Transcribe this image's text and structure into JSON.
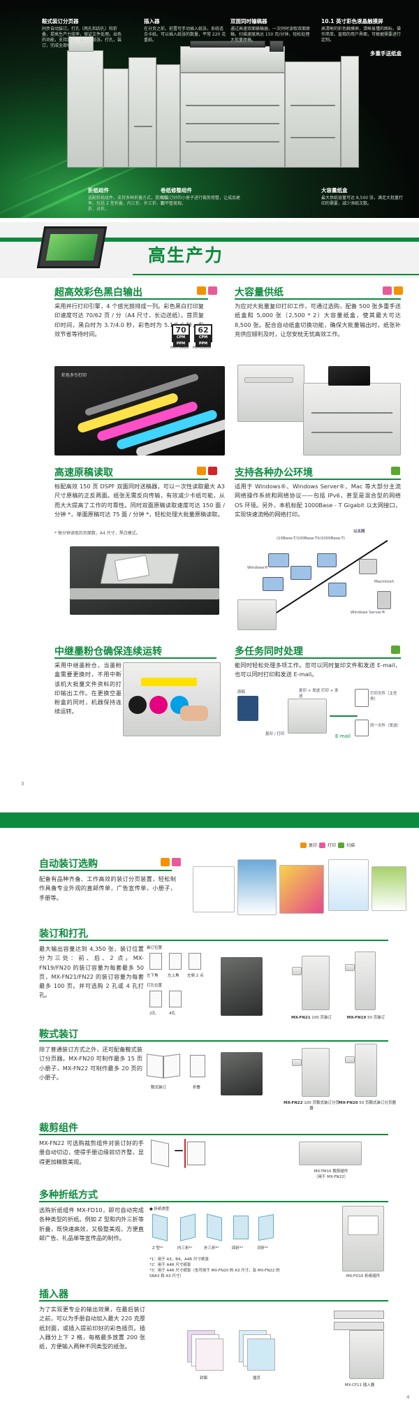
{
  "hero": {
    "callouts": [
      {
        "title": "鞍式装订分页器",
        "text": "同步自动装订。打孔（两孔和四孔）和折叠，提高生产力效率，保证文件处理。出色的功能，支持装订，装订的纸张。打孔，装订，完成全部修整。"
      },
      {
        "title": "插入器",
        "text": "在分页之前，前置可手动插入纸张，系统适合卡纸。可以插入纸张的数量，平常 220 克重纸。"
      },
      {
        "title": "双面同时输稿器",
        "text": "通过高速双面输稿器，一次同时读取双面原稿。扫描速度高达 150 页/分钟，轻松处理大批量原稿。"
      },
      {
        "title": "10.1 英寸彩色液晶触摸屏",
        "text": "高清晰的彩色触摸屏，清晰易懂的图标，操作简单。直观的用户界面，可根据需要进行定制。"
      },
      {
        "title": "多重手送纸盒",
        "text": ""
      },
      {
        "title": "折纸组件",
        "text": "选配折纸组件，支持多种折叠方式，提高效率，包括 Z 型折叠、内三折、外三折、四折、对折。"
      },
      {
        "title": "卷纸修整组件",
        "text": "对装订好的小册子进行裁剪修整，让成品更加平整美观。"
      },
      {
        "title": "大容量纸盒",
        "text": "最大供纸容量可达 8,500 张，满足大批量打印的需要，减少添纸次数。"
      }
    ]
  },
  "title_band": {
    "title": "高生产力"
  },
  "sections": {
    "color_output": {
      "title": "超高效彩色黑白输出",
      "text": "采用并行打印引擎，4 个感光鼓排成一列。彩色黑白打印复印速度可达 70/62 页 / 分（A4 尺寸，长边送纸）。首页复印时间，黑白时为 3.7/4.0 秒，彩色时为 5.1/5.6 秒，有效节省等待时间。",
      "badges": [
        {
          "num": "70",
          "unit": "CPM PPM",
          "model": "MX-7040N"
        },
        {
          "num": "62",
          "unit": "CPM PPM",
          "model": "MX-6240N"
        }
      ],
      "image_label": "彩色多引打印"
    },
    "paper_supply": {
      "title": "大容量供纸",
      "text": "为应对大批量复印打印工作，可通过选购，配备 500 张多重手送纸盒和 5,000 张（2,500 * 2）大容量纸盒，使其最大可达 8,500 张。配合自动纸盒切换功能，确保大批量输出时，纸张补充供应顺利及时，让您安枕无忧高效工作。"
    },
    "scan": {
      "title": "高速原稿读取",
      "text": "标配高效 150 页 DSPF 双面同时送稿器，可以一次性读取最大 A3 尺寸原稿的正反两面。纸张无需反向传输，有效减少卡纸可能，从而大大提高了工作的可靠性。同时双面原稿读取速度可达 150 面 / 分钟 *，单面原稿可达 75 面 / 分钟 *，轻松处理大批量原稿读取。",
      "note": "* 每分钟读取的页面数，A4 尺寸，黑白模式。"
    },
    "network": {
      "title": "支持各种办公环境",
      "text": "适用于 Windows®、Windows Server®、Mac 等大部分主流网络操作系统和网络协议——包括 IPv6，甚至是混合型的网络 OS 环境。另外，本机标配 1000Base - T Gigabit 以太网接口，实现快速流畅的网络打印。",
      "labels": {
        "ethernet": "以太网",
        "speed": "(10Base-T/100Base-TX/1000Base-T)",
        "windows": "Windows®",
        "mac": "Macintosh",
        "server": "Windows Server®"
      }
    },
    "toner": {
      "title": "中继墨粉仓确保连续运转",
      "text": "采用中继墨粉仓，当墨粉盒需要更换时，不用中断该机大批量文件资料的打印输出工作。在更换空墨粉盒的同时，机器保持连续运转。"
    },
    "multitask": {
      "title": "多任务同时处理",
      "text": "能同时轻松处理多项工作。您可以同时复印文件和发送 E-mail，也可以同时打印和发送 E-mail。",
      "labels": {
        "original": "原稿",
        "copy_print": "复印 / 打印",
        "copy_send": "复印 + 发送 打印 + 发送",
        "output": "打印文件（主任务）",
        "email": "E-mail",
        "sim_send": "同一文件（发送）"
      }
    }
  },
  "page_numbers": {
    "p3": "3",
    "p4": "4"
  },
  "legend": {
    "copy": "复印",
    "print": "打印",
    "scan": "扫描"
  },
  "page2": {
    "finishing": {
      "title": "自动装订选购",
      "text": "配备有品种齐备、工作高效的装订分页装置，轻松制作具备专业外观的直邮传单，广告宣传单，小册子，手册等。"
    },
    "staple": {
      "title": "装订和打孔",
      "text": "最大输出容量达到 4,350 张，装订位置分为三处：前、后、2 点。MX-FN19/FN20 的装订容量为每套最多 50 页，MX-FN21/FN22 的装订容量为每套最多 100 页。并可选购 2 孔或 4 孔打孔。",
      "diagram": {
        "staple_pos": "装订位置",
        "front": "左下角",
        "back": "左上角",
        "two": "左侧 2 点",
        "punch_pos": "打孔位置",
        "two_hole": "2孔",
        "four_hole": "4孔"
      },
      "units": [
        {
          "model": "MX-FN21",
          "desc": "100 页装订"
        },
        {
          "model": "MX-FN19",
          "desc": "50 页装订"
        }
      ]
    },
    "saddle": {
      "title": "鞍式装订",
      "text": "除了普通装订方式之外，还可配备鞍式装订分页器。MX-FN20 可制作最多 15 页小册子，MX-FN22 可制作最多 20 页的小册子。",
      "diagram": {
        "saddle": "鞍式装订",
        "fold": "折叠"
      },
      "units": [
        {
          "model": "MX-FN22",
          "desc": "100 页鞍式装订分页器"
        },
        {
          "model": "MX-FN20",
          "desc": "50 页鞍式装订分页器"
        }
      ]
    },
    "trim": {
      "title": "裁剪组件",
      "text": "MX-FN22 可选购裁剪组件对装订好的手册自动切边，使得手册边缘就切齐整，显得更加精致美观。",
      "unit": "MX-TM10 裁剪组件",
      "unit_note": "（用于 MX-FN22）"
    },
    "fold": {
      "title": "多种折纸方式",
      "text": "选购折纸组件 MX-FD10，即可自动完成各种类型的折纸。例如 Z 型和内外三折等折叠，既快速高效，又极整美观，方便直邮广告、礼品单等宣传品的制作。",
      "type_label": "● 折纸类型",
      "types": [
        "Z 型*¹",
        "内三折*²",
        "外三折*²",
        "四折*³",
        "对折*²"
      ],
      "notes": [
        "*1：用于 A3、B4、A4R 尺寸纸张",
        "*2：用于 A4R 尺寸纸张",
        "*3：用于 A4R 尺寸纸张（也可用于 MX-FN20 的 A3 尺寸，及 MX-FN22 的 SRA3 和 A3 尺寸）"
      ],
      "unit": "MX-FD10 折纸组件"
    },
    "inserter": {
      "title": "插入器",
      "text": "为了实现更专业的输出效果，在最后装订之前，可以为手册自动加入最大 220 克厚纸封面，或插入提前印好的彩色插页。插入器分上下 2 格，每格最多放置 200 张纸，方便输入两种不同类型的纸张。",
      "diagram": {
        "cover": "封面",
        "insert": "插页"
      },
      "unit": "MX-CF11 插入器"
    }
  }
}
